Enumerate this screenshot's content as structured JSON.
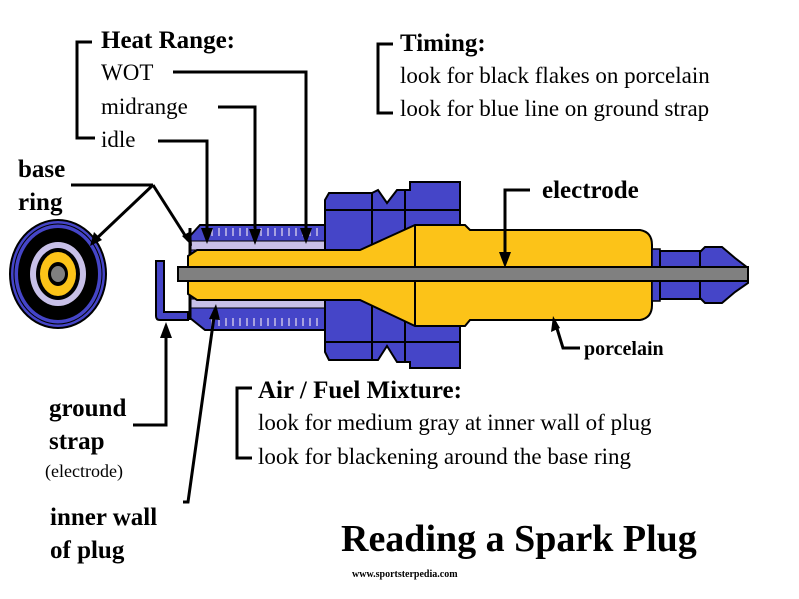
{
  "heat_range": {
    "title": "Heat Range:",
    "items": [
      "WOT",
      "midrange",
      "idle"
    ]
  },
  "timing": {
    "title": "Timing:",
    "items": [
      "look for black flakes on porcelain",
      "look for blue line on ground strap"
    ]
  },
  "air_fuel": {
    "title": "Air / Fuel Mixture:",
    "items": [
      "look for medium gray at inner wall of plug",
      "look for blackening around the base ring"
    ]
  },
  "labels": {
    "base_ring_1": "base",
    "base_ring_2": "ring",
    "electrode": "electrode",
    "porcelain": "porcelain",
    "ground_strap_1": "ground",
    "ground_strap_2": "strap",
    "ground_strap_3": "(electrode)",
    "inner_wall_1": "inner wall",
    "inner_wall_2": "of plug"
  },
  "title": "Reading a Spark Plug",
  "watermark": "www.sportsterpedia.com",
  "colors": {
    "shell_blue": "#4545c8",
    "porcelain_yellow": "#fcc318",
    "electrode_gray": "#808080",
    "inner_wall_lavender": "#c8c0e8",
    "outline": "#000000"
  }
}
